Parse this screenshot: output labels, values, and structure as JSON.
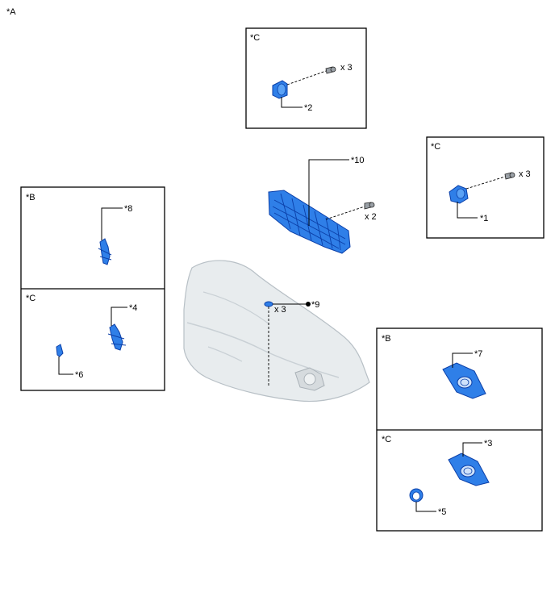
{
  "diagram": {
    "view_label": "*A",
    "box_labels": {
      "top_c": "*C",
      "right_c": "*C",
      "left_b": "*B",
      "left_c": "*C",
      "lower_right_b": "*B",
      "lower_right_c": "*C"
    },
    "callouts": {
      "p1": "*1",
      "p2": "*2",
      "p3": "*3",
      "p4": "*4",
      "p5": "*5",
      "p6": "*6",
      "p7": "*7",
      "p8": "*8",
      "p9": "*9",
      "p10": "*10"
    },
    "quantities": {
      "top_c_bolts": "x 3",
      "right_c_bolts": "x 3",
      "grille_bolts": "x 2",
      "clips": "x 3"
    },
    "colors": {
      "part_highlight": "#2f7fe8",
      "bumper": "#e8ecee"
    }
  }
}
